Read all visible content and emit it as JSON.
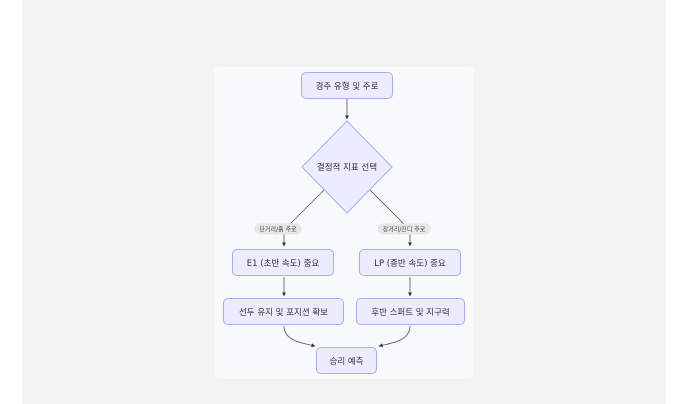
{
  "diagram": {
    "type": "flowchart",
    "colors": {
      "node_fill": "#ececff",
      "node_border": "#a9aef0",
      "edge": "#555555",
      "edge_label_bg": "#e6e6e6",
      "card_bg": "#f8f9fb",
      "panel_bg": "#f3f3f3"
    },
    "nodes": {
      "start": "경주 유형 및 주로",
      "decision": "결정적 지표 선택",
      "left1": "E1 (초반 속도) 중요",
      "right1": "LP (종반 속도) 중요",
      "left2": "선두 유지 및 포지션 확보",
      "right2": "후반 스퍼트 및 지구력",
      "end": "승리 예측"
    },
    "edge_labels": {
      "left": "단거리/흙 주로",
      "right": "장거리/잔디 주로"
    },
    "edges": [
      {
        "from": "start",
        "to": "decision"
      },
      {
        "from": "decision",
        "to": "left1",
        "label": "단거리/흙 주로"
      },
      {
        "from": "decision",
        "to": "right1",
        "label": "장거리/잔디 주로"
      },
      {
        "from": "left1",
        "to": "left2"
      },
      {
        "from": "right1",
        "to": "right2"
      },
      {
        "from": "left2",
        "to": "end"
      },
      {
        "from": "right2",
        "to": "end"
      }
    ]
  }
}
